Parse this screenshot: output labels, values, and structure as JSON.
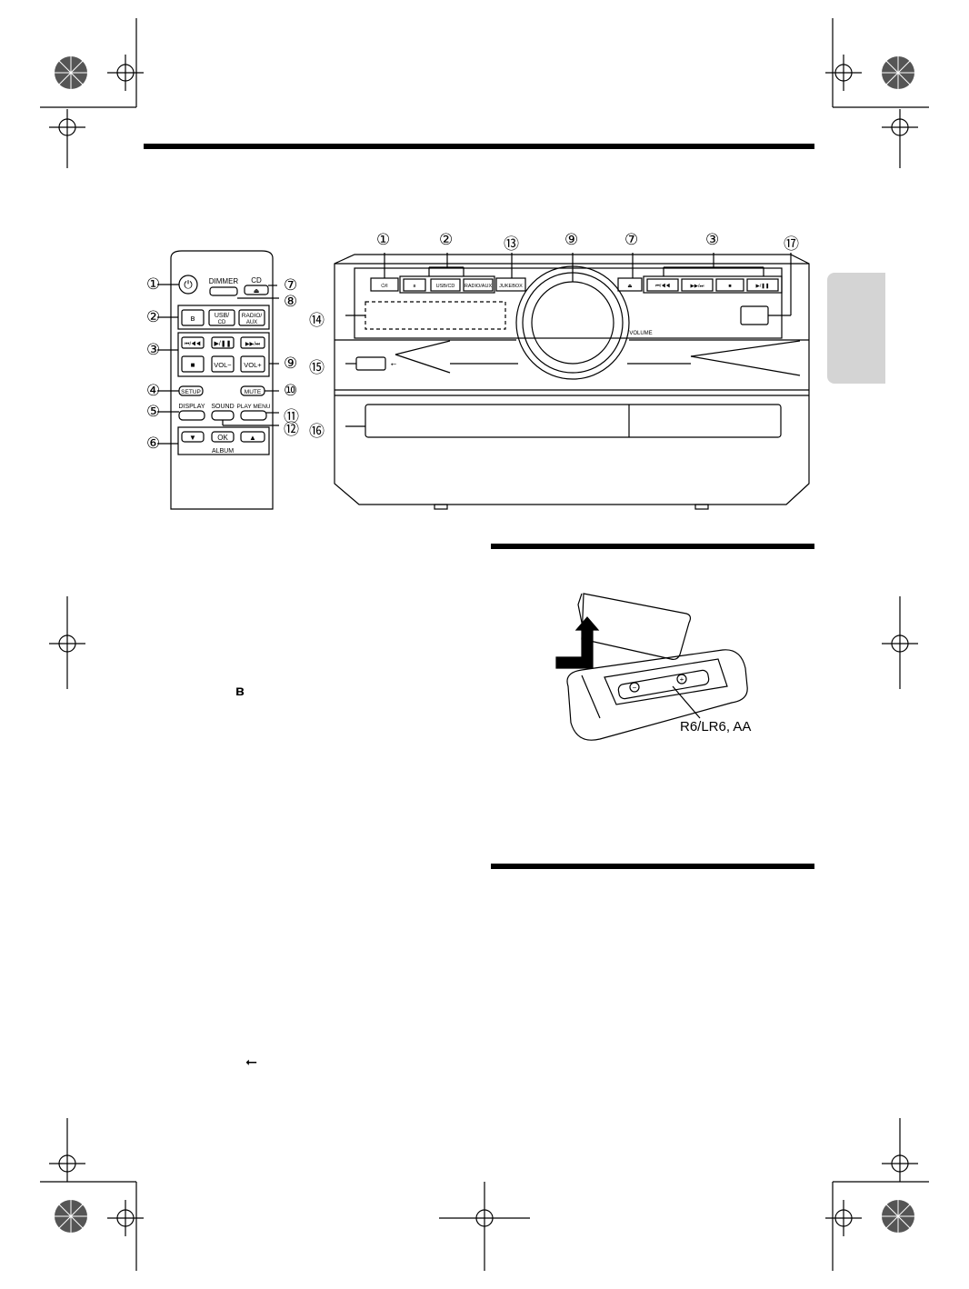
{
  "remote": {
    "callouts_left": [
      "①",
      "②",
      "③",
      "④",
      "⑤",
      "⑥"
    ],
    "callouts_right": [
      "⑦",
      "⑧",
      "⑨",
      "⑩",
      "⑪",
      "⑫"
    ],
    "buttons": {
      "dimmer": "DIMMER",
      "cd": "CD",
      "usb_cd_top": "USB/",
      "usb_cd_bottom": "CD",
      "radio_aux_top": "RADIO/",
      "radio_aux_bottom": "AUX",
      "vol_minus": "VOL−",
      "vol_plus": "VOL+",
      "setup": "SETUP",
      "mute": "MUTE",
      "display": "DISPLAY",
      "play_menu": "PLAY MENU",
      "sound": "SOUND",
      "ok": "OK",
      "album": "ALBUM"
    }
  },
  "unit": {
    "callouts_top": [
      "①",
      "②",
      "⑬",
      "⑨",
      "⑦",
      "③",
      "⑰"
    ],
    "callouts_left": [
      "⑭",
      "⑮",
      "⑯"
    ],
    "labels": {
      "power": "⏻/I",
      "usb_cd": "USB/CD",
      "radio_aux": "RADIO/AUX",
      "jukebox": "JUKEBOX",
      "volume": "VOLUME"
    }
  },
  "battery_label": "R6/LR6, AA",
  "text_icons": {
    "bluetooth": "ʙ",
    "usb": "⭠"
  }
}
